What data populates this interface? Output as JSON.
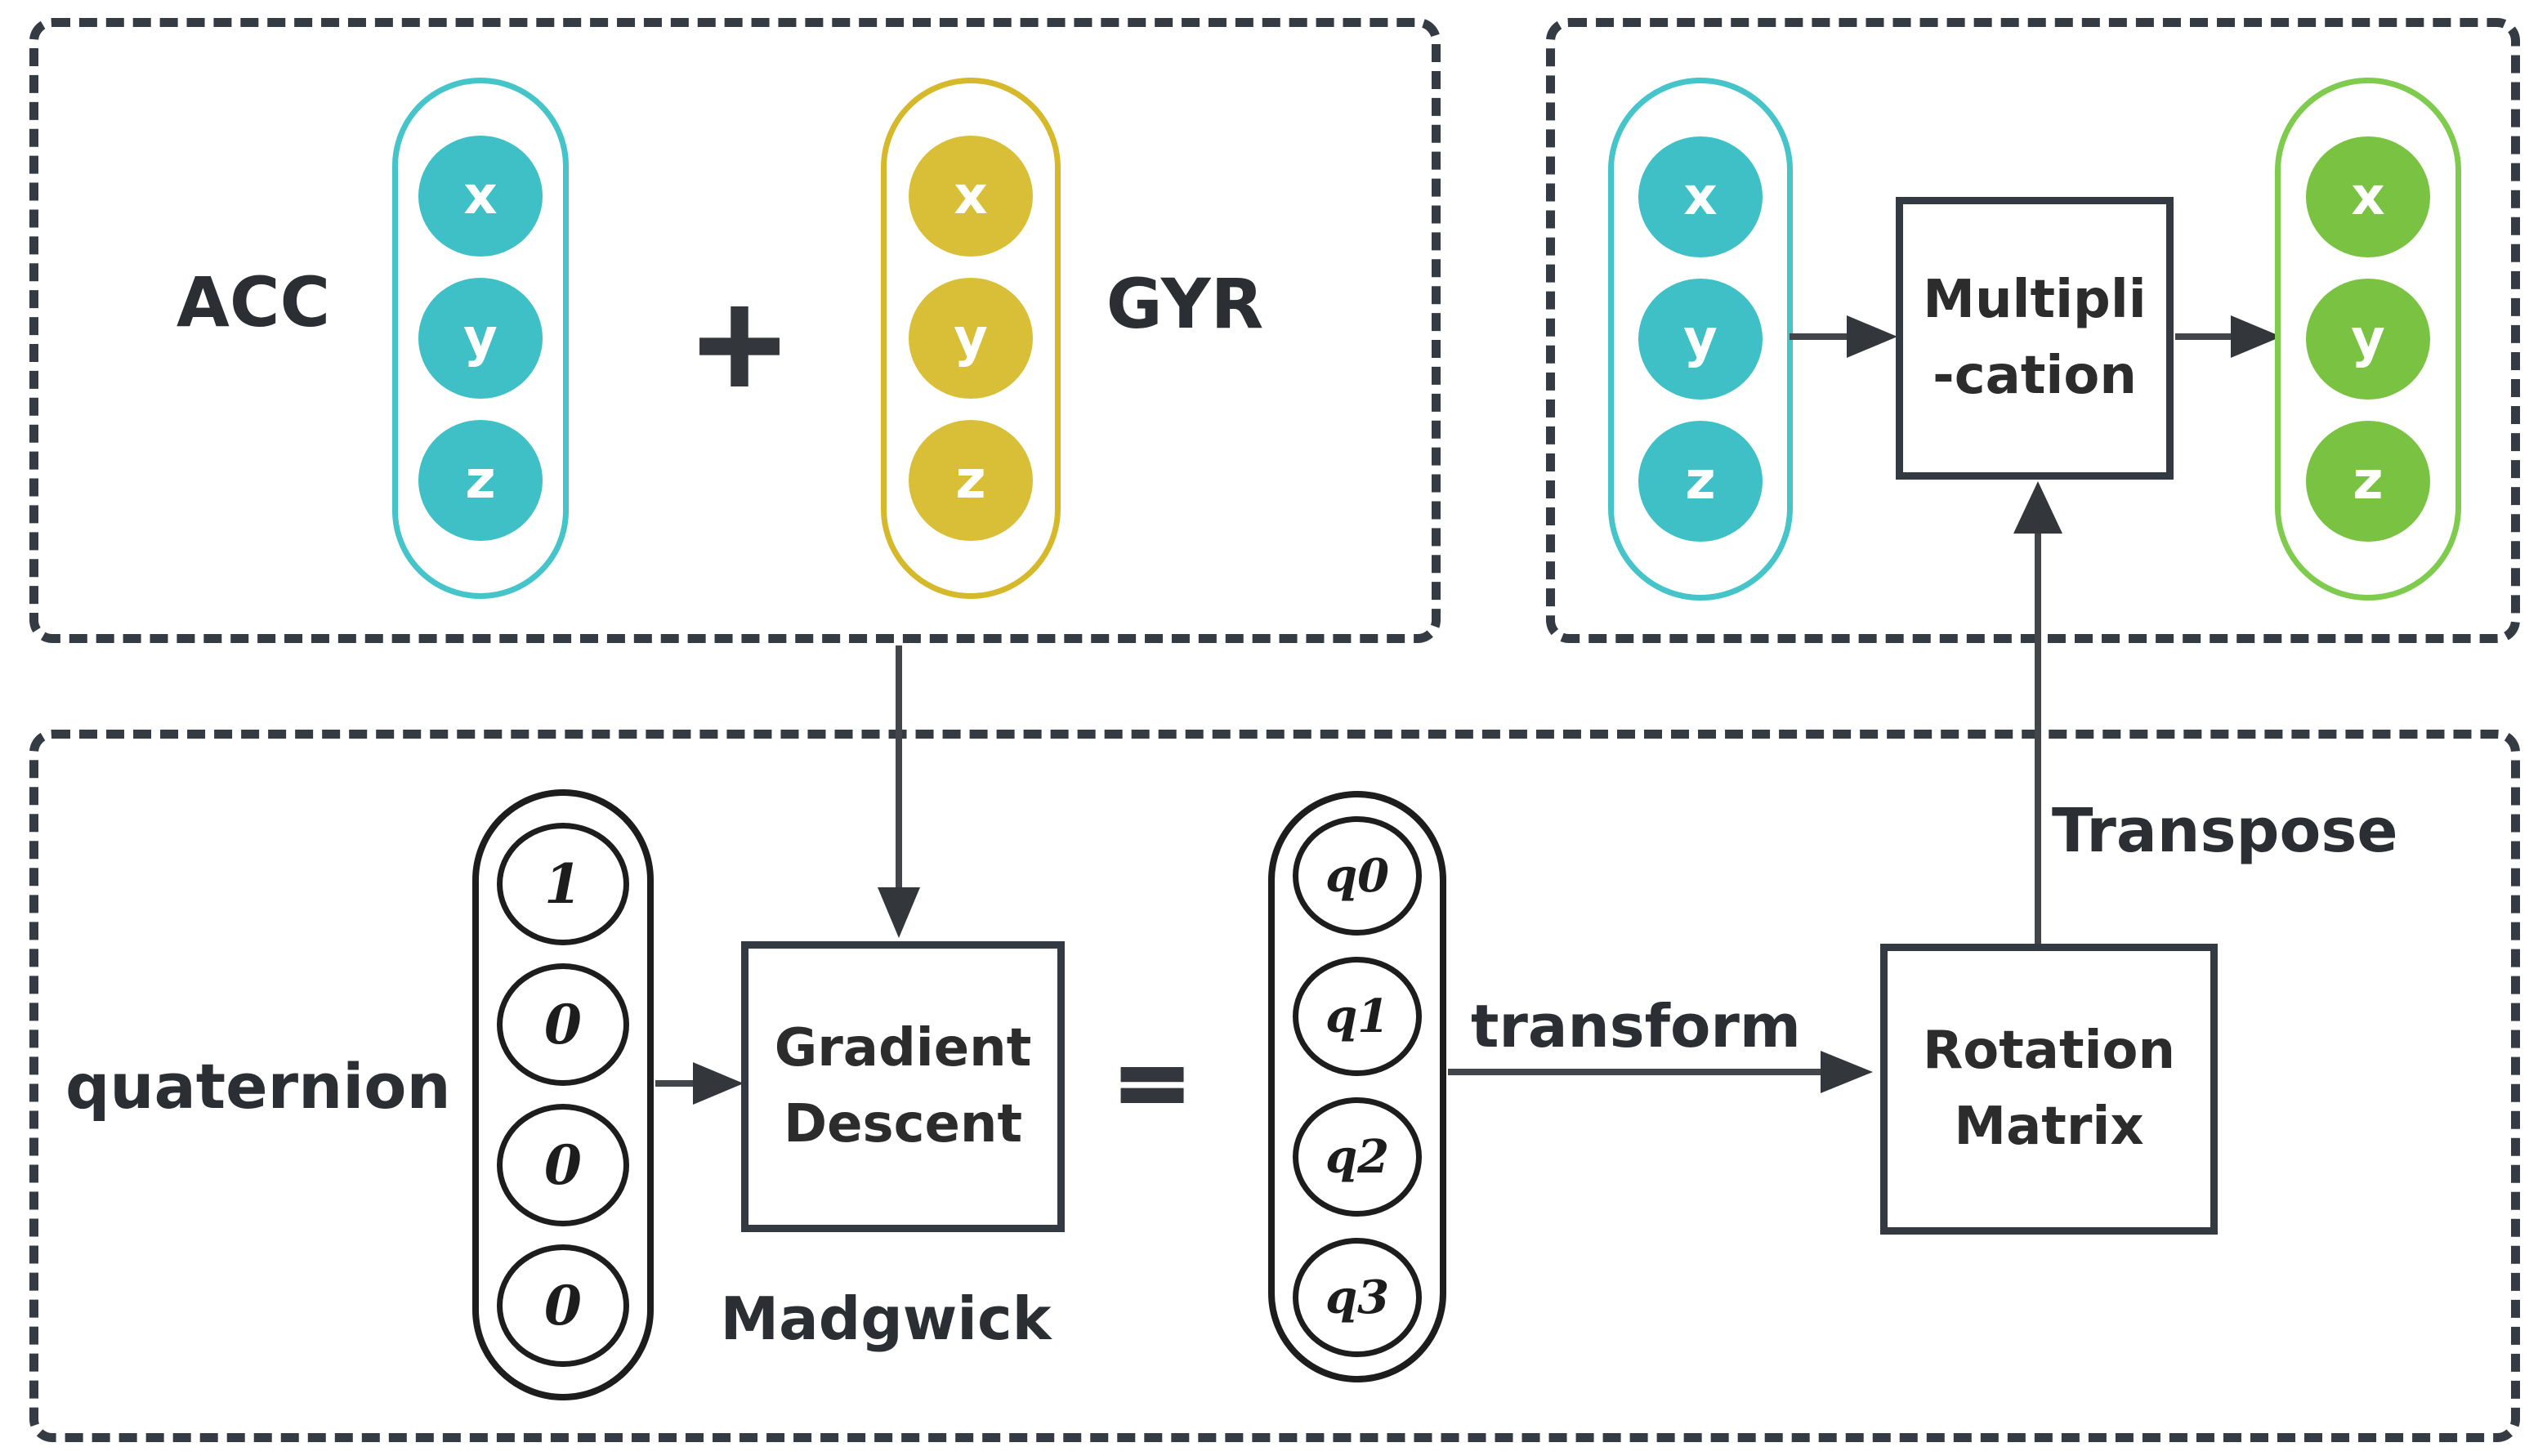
{
  "colors": {
    "accent_cyan": "#3fc0c6",
    "accent_yellow": "#d9bf37",
    "accent_green": "#7ac342",
    "outline_dark": "#343b43"
  },
  "sensors_panel": {
    "acc_label": "ACC",
    "plus_sign": "+",
    "gyr_label": "GYR",
    "acc_axes": [
      "x",
      "y",
      "z"
    ],
    "gyr_axes": [
      "x",
      "y",
      "z"
    ]
  },
  "multiply_panel": {
    "input_axes": [
      "x",
      "y",
      "z"
    ],
    "box_line1": "Multipli",
    "box_line2": "-cation",
    "output_axes": [
      "x",
      "y",
      "z"
    ]
  },
  "fusion_panel": {
    "quaternion_label": "quaternion",
    "init_values": [
      "1",
      "0",
      "0",
      "0"
    ],
    "gradient_box_line1": "Gradient",
    "gradient_box_line2": "Descent",
    "equals_sign": "=",
    "madgwick_label": "Madgwick",
    "quat_values": [
      "q0",
      "q1",
      "q2",
      "q3"
    ],
    "transform_label": "transform",
    "rotation_box_line1": "Rotation",
    "rotation_box_line2": "Matrix",
    "transpose_label": "Transpose"
  }
}
